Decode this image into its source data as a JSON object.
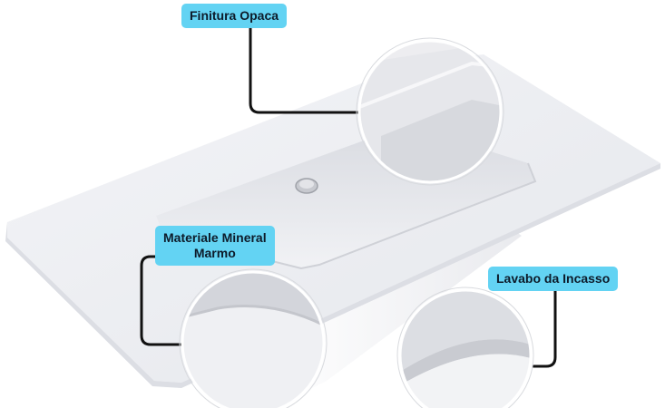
{
  "callouts": {
    "finitura": {
      "label": "Finitura Opaca"
    },
    "materiale": {
      "line1": "Materiale Mineral",
      "line2": "Marmo"
    },
    "lavabo": {
      "label": "Lavabo da Incasso"
    }
  },
  "colors": {
    "callout_background": "#63d3f3",
    "leader_line": "#111111",
    "basin_surface": "#eeeff3",
    "background": "#ffffff"
  },
  "image": {
    "subject": "sink-basin-photo",
    "zoom_lenses": 3
  }
}
